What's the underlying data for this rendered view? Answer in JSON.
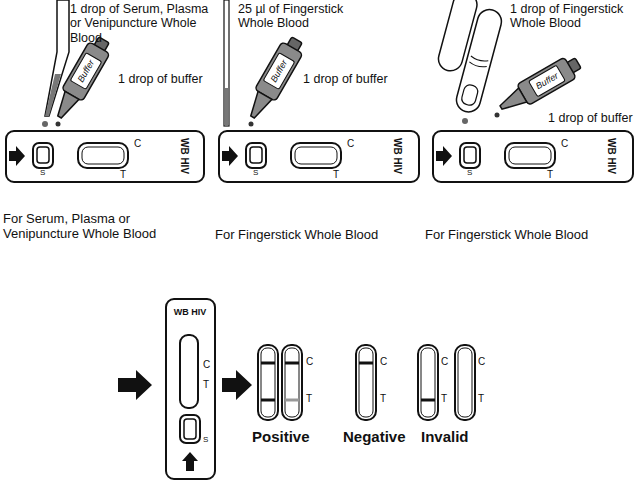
{
  "diagram": {
    "nodes": [
      {
        "text": [
          "S",
          "T",
          "C",
          "WB HIV"
        ]
      },
      {
        "text": [
          "S",
          "T",
          "C",
          "WB HIV"
        ]
      },
      {
        "text": [
          "S",
          "T",
          "C",
          "WB HIV"
        ]
      },
      {
        "text": [
          "WB HIV",
          "C",
          "T",
          "S"
        ]
      }
    ],
    "labels": [
      "1 drop of Serum, Plasma or Venipuncture Whole Blood",
      "Buffer",
      "1 drop of buffer",
      "For Serum, Plasma or Venipuncture Whole Blood",
      "25 µl of Fingerstick Whole Blood",
      "Buffer",
      "1 drop of buffer",
      "For Fingerstick Whole Blood",
      "1 drop of Fingerstick Whole Blood",
      "Buffer",
      "1 drop of buffer",
      "For Fingerstick Whole Blood",
      "C",
      "T",
      "C",
      "T",
      "C",
      "T",
      "C",
      "T",
      "Positive",
      "Negative",
      "Invalid"
    ]
  }
}
